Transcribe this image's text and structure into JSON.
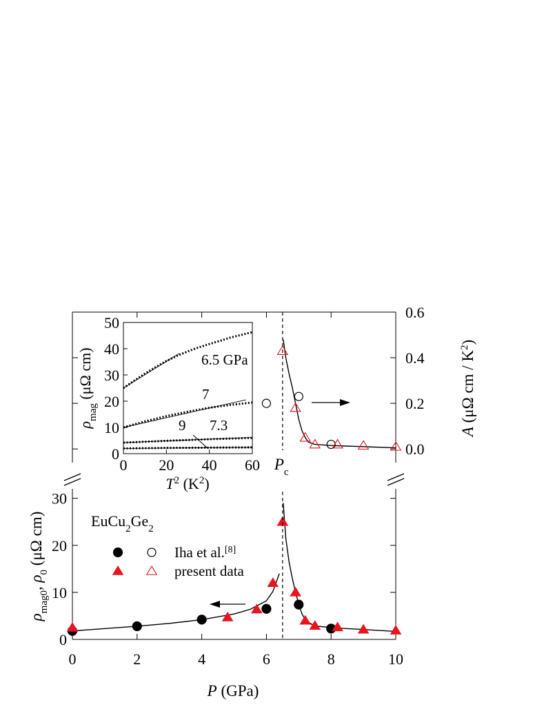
{
  "chart_data": [
    {
      "id": "top",
      "type": "scatter",
      "xlim": [
        0,
        10
      ],
      "ylim": [
        -0.06,
        0.6
      ],
      "y_side": "right",
      "ylabel": "A (μΩ cm / K²)",
      "ylabel_main": "A",
      "ylabel_unit": " (μΩ cm / K",
      "ylabel_sup": "2",
      "ylabel_close": ")",
      "yticks": [
        0.0,
        0.2,
        0.4,
        0.6
      ],
      "ytick_labels": [
        "0.0",
        "0.2",
        "0.4",
        "0.6"
      ],
      "pc_label": "P",
      "pc_sub": "c",
      "pc_value": 6.5,
      "series": [
        {
          "name": "Iha et al. (open)",
          "marker": "circle-open",
          "color": "#000000",
          "x": [
            6.0,
            7.0,
            8.0
          ],
          "y": [
            0.2,
            0.23,
            0.02
          ]
        },
        {
          "name": "present data (open)",
          "marker": "triangle-open",
          "color": "#e8141e",
          "x": [
            6.5,
            6.9,
            7.2,
            7.5,
            8.2,
            9.0,
            10.0
          ],
          "y": [
            0.43,
            0.18,
            0.05,
            0.02,
            0.02,
            0.015,
            0.01
          ]
        }
      ],
      "fit_curve": {
        "x": [
          6.52,
          6.6,
          6.7,
          6.8,
          6.9,
          7.0,
          7.1,
          7.2,
          7.3,
          7.5,
          8.0,
          9.0,
          10.0
        ],
        "y": [
          0.48,
          0.4,
          0.33,
          0.27,
          0.2,
          0.13,
          0.08,
          0.05,
          0.03,
          0.02,
          0.015,
          0.01,
          0.005
        ]
      },
      "arrow_direction": "right"
    },
    {
      "id": "inset",
      "type": "line",
      "xlabel_main": "T",
      "xlabel_sup": "2",
      "xlabel_unit": " (K",
      "xlabel_sup2": "2",
      "xlabel_close": ")",
      "ylabel_main": "ρ",
      "ylabel_sub": "mag",
      "ylabel_unit": " (μΩ cm)",
      "xlim": [
        0,
        60
      ],
      "ylim": [
        0,
        50
      ],
      "xticks": [
        0,
        20,
        40,
        60
      ],
      "xtick_labels": [
        "0",
        "20",
        "40",
        "60"
      ],
      "yticks": [
        0,
        10,
        20,
        30,
        40,
        50
      ],
      "ytick_labels": [
        "0",
        "10",
        "20",
        "30",
        "40",
        "50"
      ],
      "series": [
        {
          "name": "6.5 GPa",
          "label": "6.5 GPa",
          "x": [
            0,
            5,
            10,
            15,
            20,
            25,
            30,
            35,
            40,
            45,
            50,
            55,
            60
          ],
          "y": [
            25,
            27.8,
            30.5,
            33,
            35.3,
            37.3,
            39,
            40.5,
            41.8,
            43,
            44.3,
            45.3,
            46.3
          ],
          "fit": [
            [
              0,
              25
            ],
            [
              26,
              38.2
            ]
          ]
        },
        {
          "name": "7",
          "label": "7",
          "x": [
            0,
            10,
            20,
            30,
            40,
            50,
            60
          ],
          "y": [
            10,
            12.3,
            14.3,
            16,
            17.5,
            18.6,
            19.5
          ],
          "fit": [
            [
              0,
              10
            ],
            [
              57,
              20.5
            ]
          ]
        },
        {
          "name": "7.3",
          "label": "7.3",
          "x": [
            0,
            20,
            40,
            60
          ],
          "y": [
            4.2,
            4.9,
            5.5,
            6.0
          ],
          "fit": [
            [
              0,
              4.2
            ],
            [
              60,
              6.2
            ]
          ]
        },
        {
          "name": "9",
          "label": "9",
          "x": [
            0,
            20,
            40,
            60
          ],
          "y": [
            2.0,
            2.2,
            2.3,
            2.4
          ],
          "fit": [
            [
              0,
              2.0
            ],
            [
              60,
              2.4
            ]
          ]
        }
      ]
    },
    {
      "id": "bottom",
      "type": "scatter",
      "xlabel_main": "P",
      "xlabel_unit": " (GPa)",
      "ylabel_main": "ρ",
      "ylabel_sub1": "mag0",
      "ylabel_mid": ", ρ",
      "ylabel_sub2": "0",
      "ylabel_unit": " (μΩ cm)",
      "xlim": [
        0,
        10
      ],
      "ylim": [
        0,
        32
      ],
      "xticks": [
        0,
        2,
        4,
        6,
        8,
        10
      ],
      "xtick_labels": [
        "0",
        "2",
        "4",
        "6",
        "8",
        "10"
      ],
      "yticks": [
        0,
        10,
        20,
        30
      ],
      "ytick_labels": [
        "0",
        "10",
        "20",
        "30"
      ],
      "compound": {
        "eu": "EuCu",
        "sub1": "2",
        "ge": "Ge",
        "sub2": "2"
      },
      "series": [
        {
          "name": "Iha et al. (filled)",
          "marker": "circle-filled",
          "color": "#000000",
          "x": [
            0,
            2,
            4,
            6,
            7,
            8
          ],
          "y": [
            1.8,
            2.8,
            4.2,
            6.5,
            7.4,
            2.3
          ]
        },
        {
          "name": "present data (filled)",
          "marker": "triangle-filled",
          "color": "#e8141e",
          "x": [
            0,
            4.8,
            5.7,
            6.2,
            6.5,
            6.9,
            7.2,
            7.5,
            8.2,
            9.0,
            10.0
          ],
          "y": [
            2.5,
            4.7,
            6.4,
            12.0,
            25.0,
            10.0,
            4.0,
            2.9,
            2.6,
            2.1,
            1.9
          ]
        }
      ],
      "fit_left": {
        "x": [
          0,
          1,
          2,
          3,
          4,
          5,
          5.5,
          6.0,
          6.2,
          6.4
        ],
        "y": [
          1.8,
          2.3,
          2.8,
          3.4,
          4.2,
          5.4,
          6.4,
          8.2,
          10.2,
          14.0
        ]
      },
      "fit_right": {
        "x": [
          6.52,
          6.6,
          6.7,
          6.8,
          6.9,
          7.0,
          7.1,
          7.2,
          7.4,
          7.6,
          8.0,
          9.0,
          10.0
        ],
        "y": [
          29.0,
          21.5,
          16.5,
          13.0,
          10.0,
          7.5,
          5.4,
          4.2,
          3.2,
          2.8,
          2.5,
          2.1,
          1.7
        ]
      },
      "legend": [
        {
          "label_main": "Iha et al.",
          "label_sup": "[8]",
          "filled_marker": "circle-filled",
          "open_marker": "circle-open",
          "filled_color": "#000000",
          "open_color": "#000000"
        },
        {
          "label_main": "present data",
          "label_sup": "",
          "filled_marker": "triangle-filled",
          "open_marker": "triangle-open",
          "filled_color": "#e8141e",
          "open_color": "#e8141e"
        }
      ],
      "arrow_direction": "left"
    }
  ]
}
